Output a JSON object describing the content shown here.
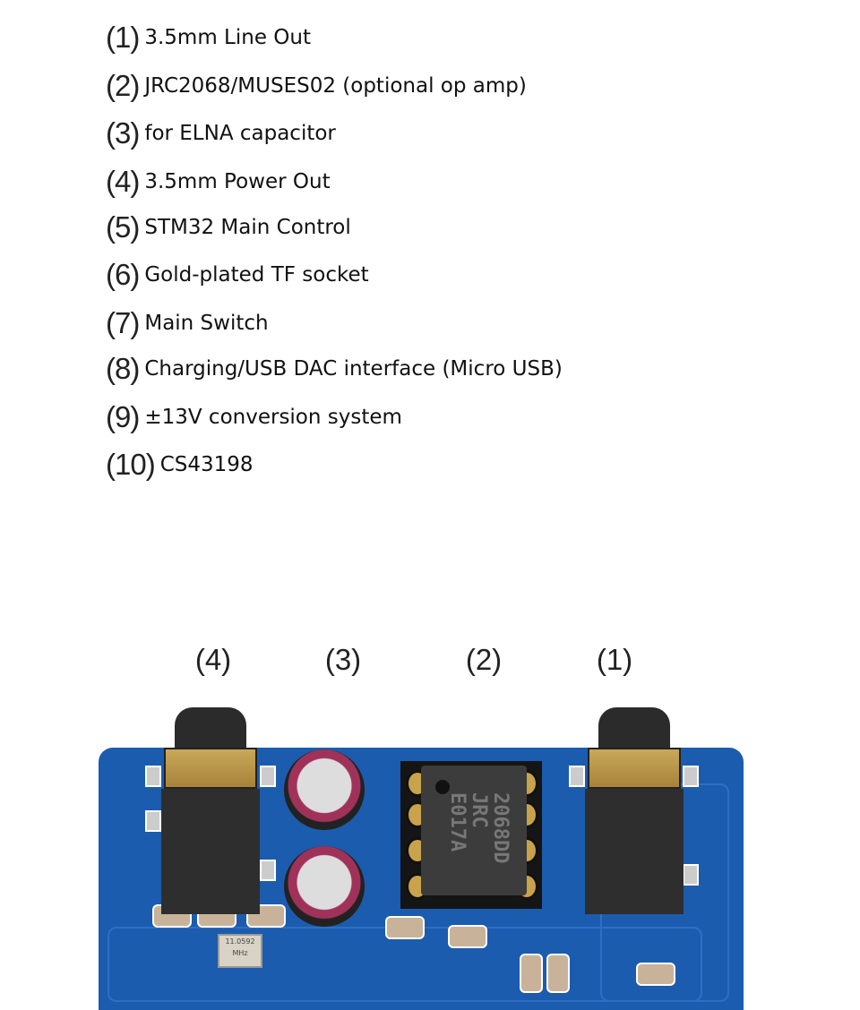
{
  "features": [
    {
      "num": "(1)",
      "text": "3.5mm Line Out"
    },
    {
      "num": "(2)",
      "text": "JRC2068/MUSES02 (optional op amp)"
    },
    {
      "num": "(3)",
      "text": "for ELNA capacitor"
    },
    {
      "num": "(4)",
      "text": "3.5mm Power Out"
    },
    {
      "num": "(5)",
      "text": "STM32 Main Control"
    },
    {
      "num": "(6)",
      "text": "Gold-plated TF socket"
    },
    {
      "num": "(7)",
      "text": "Main Switch"
    },
    {
      "num": "(8)",
      "text": "Charging/USB DAC interface (Micro USB)"
    },
    {
      "num": "(9)",
      "text": "±13V conversion system"
    },
    {
      "num": "(10)",
      "text": "CS43198"
    }
  ],
  "board_labels": [
    "(4)",
    "(3)",
    "(2)",
    "(1)"
  ],
  "chip_marking": "2068DD\nJRC\nE017A",
  "crystal_marking": "11.0592\nMHz",
  "colors": {
    "pcb": "#1b5cae",
    "gold": "#c9a85a"
  }
}
